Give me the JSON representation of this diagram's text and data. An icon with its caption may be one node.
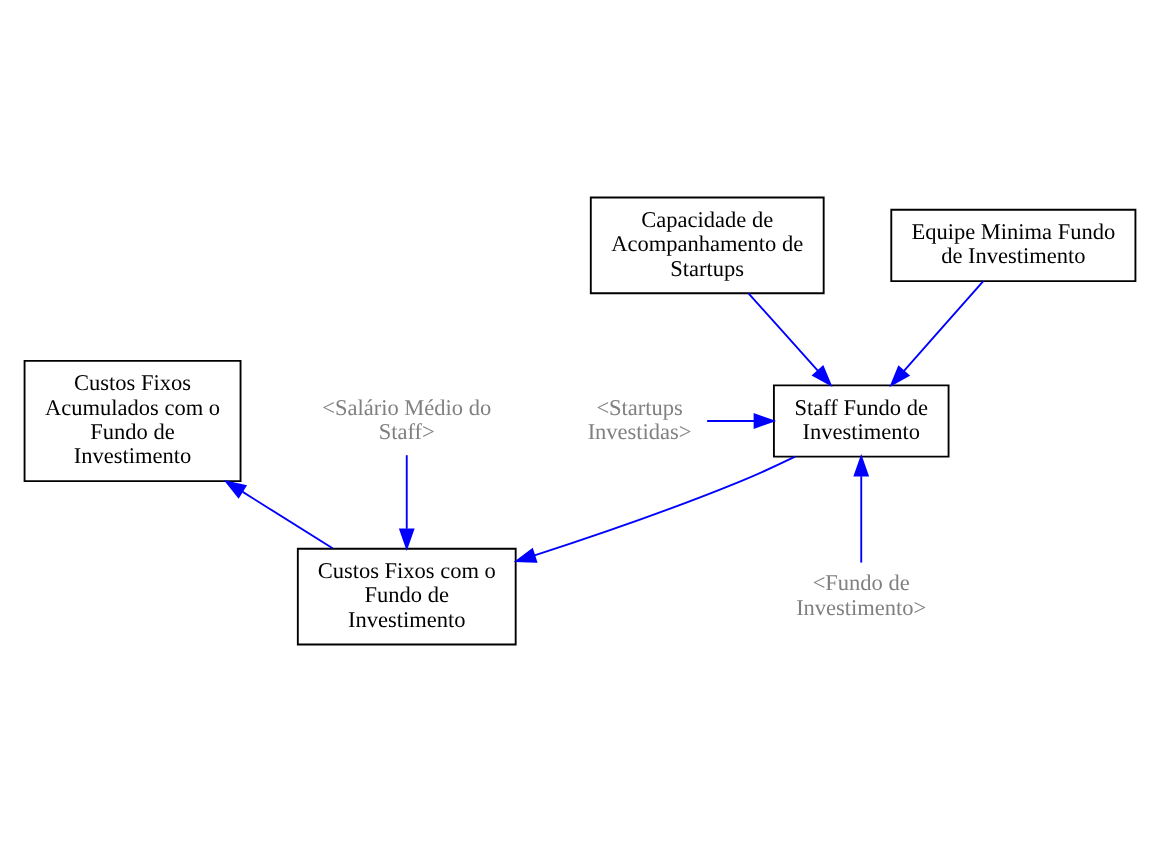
{
  "diagram": {
    "nodes": [
      {
        "text": [
          "Capacidade de Acompanhamento de Startups"
        ]
      },
      {
        "text": [
          "Equipe Minima Fundo de Investimento"
        ]
      },
      {
        "text": [
          "Staff Fundo de Investimento"
        ]
      },
      {
        "text": [
          "Custos Fixos Acumulados com o Fundo de Investimento"
        ]
      },
      {
        "text": [
          "<Startups Investidas>"
        ]
      },
      {
        "text": [
          "Custos Fixos com o Fundo de Investimento"
        ]
      },
      {
        "text": [
          "<Fundo de Investimento>"
        ]
      },
      {
        "text": [
          "<Salário Médio do Staff>"
        ]
      }
    ],
    "edges": [
      {
        "from": 0,
        "to": 2,
        "arrow": "to"
      },
      {
        "from": 1,
        "to": 2,
        "arrow": "to"
      },
      {
        "from": 4,
        "to": 2,
        "arrow": "to"
      },
      {
        "from": 6,
        "to": 2,
        "arrow": "to"
      },
      {
        "from": 2,
        "to": 5,
        "arrow": "to"
      },
      {
        "from": 5,
        "to": 3,
        "arrow": "to"
      },
      {
        "from": 7,
        "to": 5,
        "arrow": "to"
      }
    ]
  }
}
